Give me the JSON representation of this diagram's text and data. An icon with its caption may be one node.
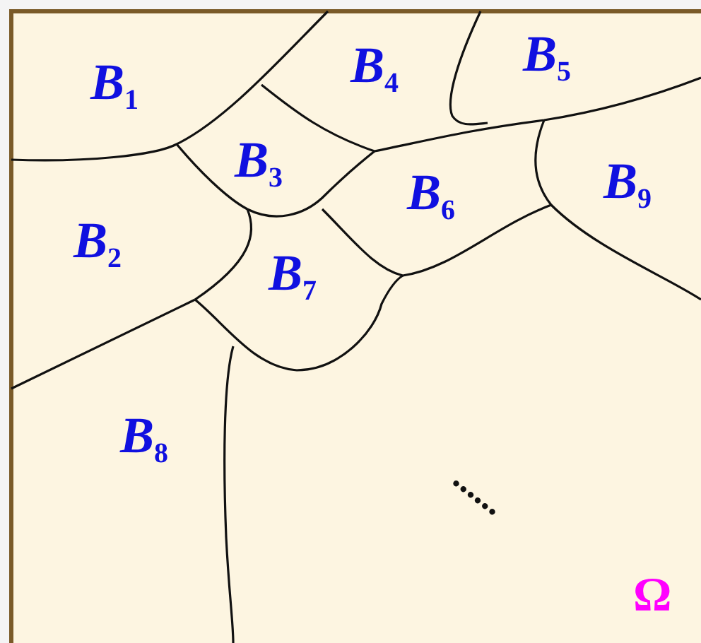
{
  "diagram": {
    "labels": [
      "B$_{1}$",
      "B$_{4}$",
      "B$_{5}$",
      "B$_{3}$",
      "B$_{6}$",
      "B$_{9}$",
      "B$_{2}$",
      "B$_{7}$",
      "B$_{8}$",
      "......",
      "Ω"
    ]
  }
}
